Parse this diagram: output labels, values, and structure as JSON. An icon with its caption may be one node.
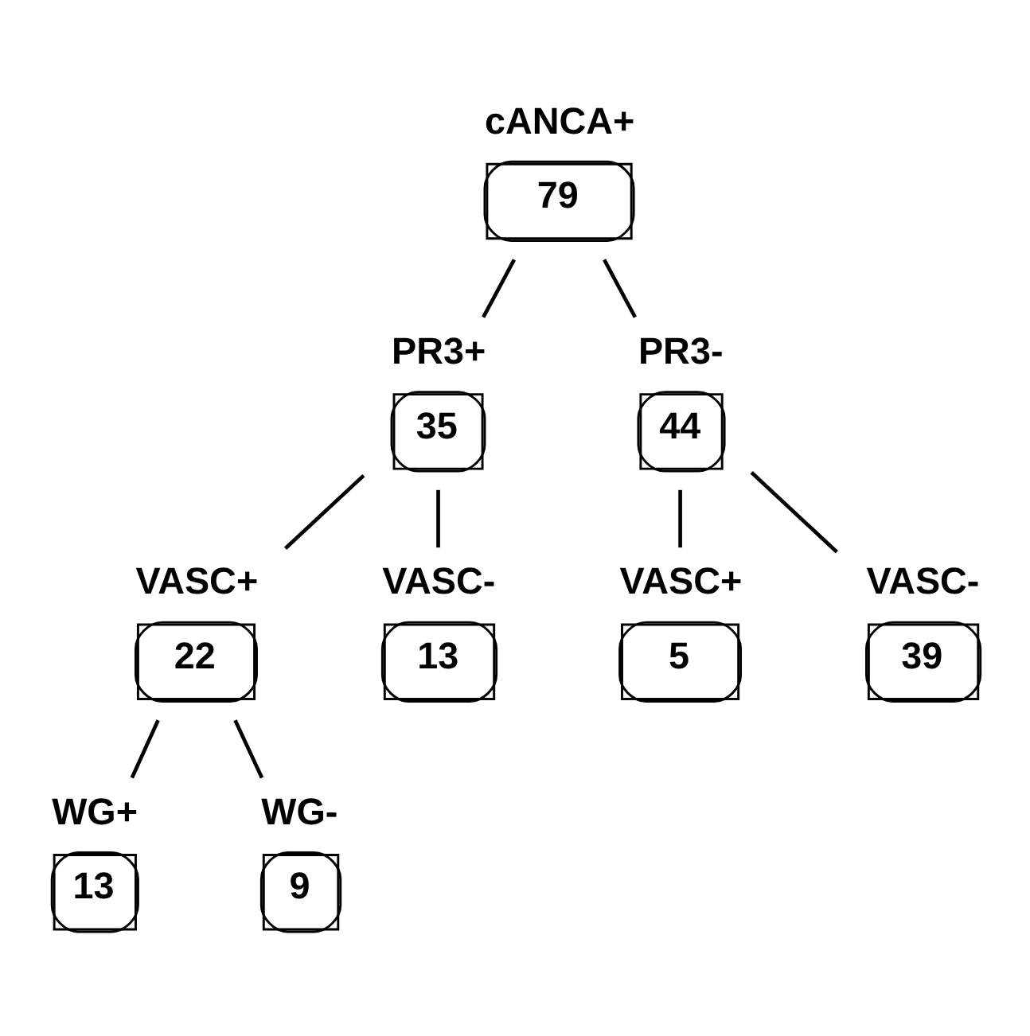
{
  "diagram": {
    "nodes": [
      {
        "text": [
          "cANCA+",
          "79"
        ]
      },
      {
        "text": [
          "PR3+",
          "35"
        ]
      },
      {
        "text": [
          "PR3-",
          "44"
        ]
      },
      {
        "text": [
          "VASC+",
          "22"
        ]
      },
      {
        "text": [
          "VASC-",
          "13"
        ]
      },
      {
        "text": [
          "VASC+",
          "5"
        ]
      },
      {
        "text": [
          "VASC-",
          "39"
        ]
      },
      {
        "text": [
          "WG+",
          "13"
        ]
      },
      {
        "text": [
          "WG-",
          "9"
        ]
      }
    ],
    "edges": [
      {
        "from": 0,
        "to": 1,
        "arrow": "none"
      },
      {
        "from": 0,
        "to": 2,
        "arrow": "none"
      },
      {
        "from": 1,
        "to": 3,
        "arrow": "none"
      },
      {
        "from": 1,
        "to": 4,
        "arrow": "none"
      },
      {
        "from": 2,
        "to": 5,
        "arrow": "none"
      },
      {
        "from": 2,
        "to": 6,
        "arrow": "none"
      },
      {
        "from": 3,
        "to": 7,
        "arrow": "none"
      },
      {
        "from": 3,
        "to": 8,
        "arrow": "none"
      }
    ]
  }
}
